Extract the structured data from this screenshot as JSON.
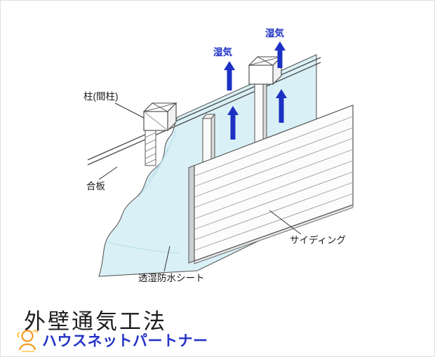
{
  "diagram": {
    "labels": {
      "pillar": "柱(間柱)",
      "plywood": "合板",
      "sheet": "透湿防水シート",
      "siding": "サイディング"
    },
    "moisture": {
      "left": "湿気",
      "right": "湿気"
    },
    "colors": {
      "sheet_fill": "#d9f0f6",
      "arrow_blue": "#1c30c4",
      "outline": "#4a4a4a"
    }
  },
  "footer": {
    "title": "外壁通気工法",
    "brand": "ハウスネットパートナー",
    "brand_color": "#2433c8",
    "logo_orange": "#f59b22",
    "logo_yellow": "#ffc94d"
  }
}
